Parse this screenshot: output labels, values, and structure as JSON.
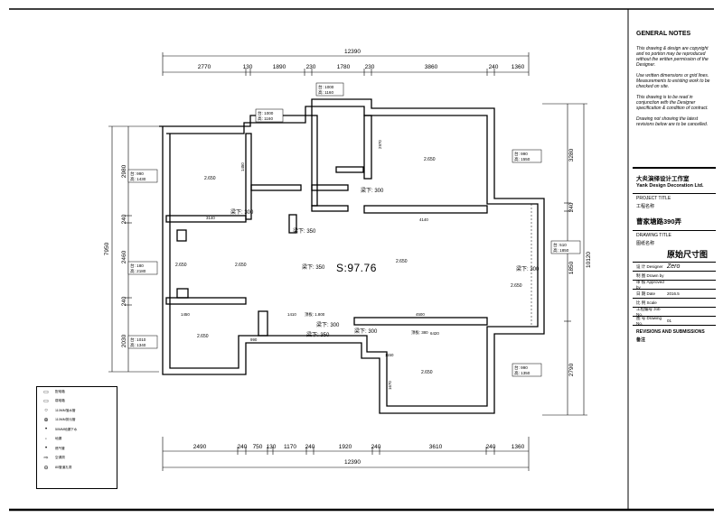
{
  "drawing": {
    "top_dims": [
      "2770",
      "130",
      "1890",
      "230",
      "1780",
      "230",
      "3860",
      "240",
      "1360"
    ],
    "top_total": "12390",
    "bottom_dims": [
      "2490",
      "240",
      "750",
      "130",
      "1170",
      "240",
      "1920",
      "240",
      "3610",
      "240",
      "1360"
    ],
    "bottom_total": "12390",
    "left_dims": [
      "2980",
      "240",
      "2460",
      "240",
      "2030"
    ],
    "left_total": "7950",
    "right_dims": [
      "3280",
      "240",
      "1850",
      "2790"
    ],
    "right_total": "10120",
    "area": "S:97.76",
    "beams": [
      "梁下: 300",
      "梁下: 300",
      "梁下: 350",
      "梁下: 350",
      "梁下: 300",
      "梁下: 350",
      "梁下: 300",
      "梁下: 300"
    ],
    "heights": [
      "2.650",
      "2.650",
      "2.650",
      "2.650",
      "2.650",
      "2.650",
      "2.650",
      "2.650"
    ],
    "windows": [
      {
        "a": "台: 1000",
        "b": "高: 1160"
      },
      {
        "a": "台: 1000",
        "b": "高: 1160"
      },
      {
        "a": "台: 990",
        "b": "高: 1430"
      },
      {
        "a": "台: 990",
        "b": "高: 1550"
      },
      {
        "a": "台: 180",
        "b": "高: 2180"
      },
      {
        "a": "台: 510",
        "b": "高: 1850"
      },
      {
        "a": "台: 1010",
        "b": "高: 1340"
      },
      {
        "a": "台: 990",
        "b": "高: 1350"
      }
    ],
    "inner_dims": [
      "3140",
      "4140",
      "4500",
      "1450",
      "990",
      "1410",
      "1150",
      "6420",
      "1670",
      "1450",
      "2970"
    ],
    "inner_labels": [
      "顶板: 1.800",
      "顶板: 380"
    ]
  },
  "legend": {
    "items": [
      "配电箱",
      "弱电箱",
      "110MM落水管",
      "110MM排污管",
      "50MM地漏下水",
      "地漏",
      "燃气管",
      "空调洞",
      "80管道孔洞"
    ]
  },
  "title_block": {
    "general_notes": "GENERAL NOTES",
    "notes": [
      "This drawing & design are copyright and no portion may be reproduced without the written permission of the Designer.",
      "Use written dimensions or grid lines. Measurements to existing work to be checked on site.",
      "This drawing is to be read in conjunction with the Designer specification & condition of contract.",
      "Drawing not showing the latest revisions below are to be cancelled."
    ],
    "studio_cn": "大炎演绎设计工作室",
    "studio_en": "Yank Design Decoration Ltd.",
    "project_title_label": "PROJECT TITLE",
    "project_title_cn": "工程名称",
    "project_title_value": "曹家塘路390弄",
    "drawing_title_label": "DRAWING TITLE",
    "drawing_title_cn": "图纸名称",
    "drawing_title_value": "原始尺寸图",
    "rows": [
      {
        "k": "设 计 Designer",
        "v": "Zero"
      },
      {
        "k": "制 图 Drawn by",
        "v": ""
      },
      {
        "k": "审 核 Approved by",
        "v": ""
      },
      {
        "k": "日 期 Date",
        "v": "2016.5"
      },
      {
        "k": "比 例 Scale",
        "v": ""
      },
      {
        "k": "工程编号 Job No.",
        "v": ""
      },
      {
        "k": "图 号 Drawing No.",
        "v": "01"
      }
    ],
    "revisions_label": "REVISIONS AND SUBMISSIONS",
    "revisions_cn": "备注"
  }
}
